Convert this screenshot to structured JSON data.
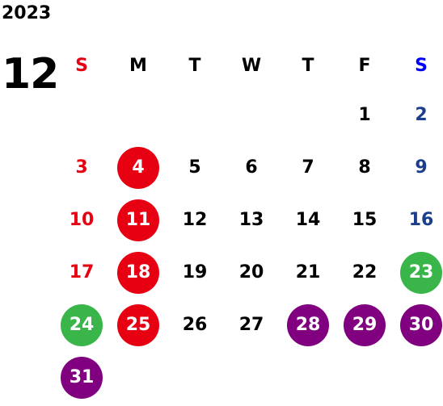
{
  "calendar": {
    "year": "2023",
    "month": "12",
    "colors": {
      "sunday": "#e60012",
      "saturday": "#1a3e8c",
      "saturday_header": "#0000ff",
      "red_mark": "#e60012",
      "green_mark": "#3ab54a",
      "purple_mark": "#800080",
      "text": "#000000"
    },
    "weekdays": [
      {
        "label": "S",
        "color": "#e60012"
      },
      {
        "label": "M",
        "color": "#000000"
      },
      {
        "label": "T",
        "color": "#000000"
      },
      {
        "label": "W",
        "color": "#000000"
      },
      {
        "label": "T",
        "color": "#000000"
      },
      {
        "label": "F",
        "color": "#000000"
      },
      {
        "label": "S",
        "color": "#0000ff"
      }
    ],
    "weeks": [
      [
        null,
        null,
        null,
        null,
        null,
        {
          "d": "1"
        },
        {
          "d": "2"
        }
      ],
      [
        {
          "d": "3"
        },
        {
          "d": "4",
          "mark": "#e60012"
        },
        {
          "d": "5"
        },
        {
          "d": "6"
        },
        {
          "d": "7"
        },
        {
          "d": "8"
        },
        {
          "d": "9"
        }
      ],
      [
        {
          "d": "10"
        },
        {
          "d": "11",
          "mark": "#e60012"
        },
        {
          "d": "12"
        },
        {
          "d": "13"
        },
        {
          "d": "14"
        },
        {
          "d": "15"
        },
        {
          "d": "16"
        }
      ],
      [
        {
          "d": "17"
        },
        {
          "d": "18",
          "mark": "#e60012"
        },
        {
          "d": "19"
        },
        {
          "d": "20"
        },
        {
          "d": "21"
        },
        {
          "d": "22"
        },
        {
          "d": "23",
          "mark": "#3ab54a"
        }
      ],
      [
        {
          "d": "24",
          "mark": "#3ab54a"
        },
        {
          "d": "25",
          "mark": "#e60012"
        },
        {
          "d": "26"
        },
        {
          "d": "27"
        },
        {
          "d": "28",
          "mark": "#800080"
        },
        {
          "d": "29",
          "mark": "#800080"
        },
        {
          "d": "30",
          "mark": "#800080"
        }
      ],
      [
        {
          "d": "31",
          "mark": "#800080"
        },
        null,
        null,
        null,
        null,
        null,
        null
      ]
    ]
  }
}
